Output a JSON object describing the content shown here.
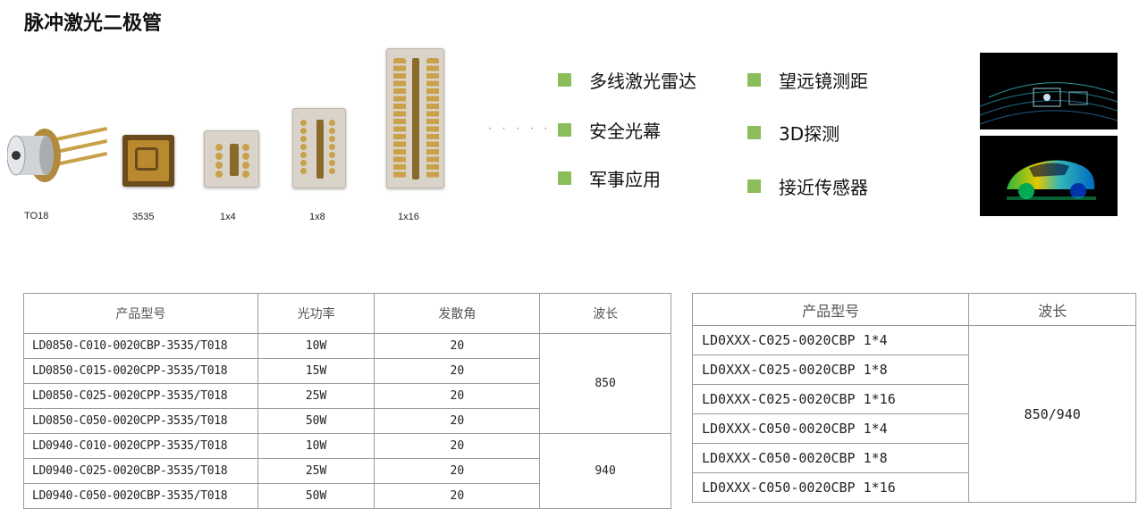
{
  "title": "脉冲激光二极管",
  "packages": [
    {
      "label": "TO18"
    },
    {
      "label": "3535"
    },
    {
      "label": "1x4"
    },
    {
      "label": "1x8"
    },
    {
      "label": "1x16"
    }
  ],
  "dots": "· · · · · ·",
  "applications": {
    "left": [
      "多线激光雷达",
      "安全光幕",
      "军事应用"
    ],
    "right": [
      "望远镜测距",
      "3D探测",
      "接近传感器"
    ]
  },
  "colors": {
    "bullet": "#8bbd5b"
  },
  "table1": {
    "headers": [
      "产品型号",
      "光功率",
      "发散角",
      "波长"
    ],
    "rows": [
      {
        "model": "LD0850-C010-0020CBP-3535/T018",
        "power": "10W",
        "angle": "20"
      },
      {
        "model": "LD0850-C015-0020CPP-3535/T018",
        "power": "15W",
        "angle": "20"
      },
      {
        "model": "LD0850-C025-0020CPP-3535/T018",
        "power": "25W",
        "angle": "20"
      },
      {
        "model": "LD0850-C050-0020CPP-3535/T018",
        "power": "50W",
        "angle": "20"
      },
      {
        "model": "LD0940-C010-0020CPP-3535/T018",
        "power": "10W",
        "angle": "20"
      },
      {
        "model": "LD0940-C025-0020CBP-3535/T018",
        "power": "25W",
        "angle": "20"
      },
      {
        "model": "LD0940-C050-0020CBP-3535/T018",
        "power": "50W",
        "angle": "20"
      }
    ],
    "wavelengths": [
      "850",
      "940"
    ]
  },
  "table2": {
    "headers": [
      "产品型号",
      "波长"
    ],
    "rows": [
      "LD0XXX-C025-0020CBP 1*4",
      "LD0XXX-C025-0020CBP 1*8",
      "LD0XXX-C025-0020CBP 1*16",
      "LD0XXX-C050-0020CBP 1*4",
      "LD0XXX-C050-0020CBP 1*8",
      "LD0XXX-C050-0020CBP 1*16"
    ],
    "wavelength": "850/940"
  }
}
